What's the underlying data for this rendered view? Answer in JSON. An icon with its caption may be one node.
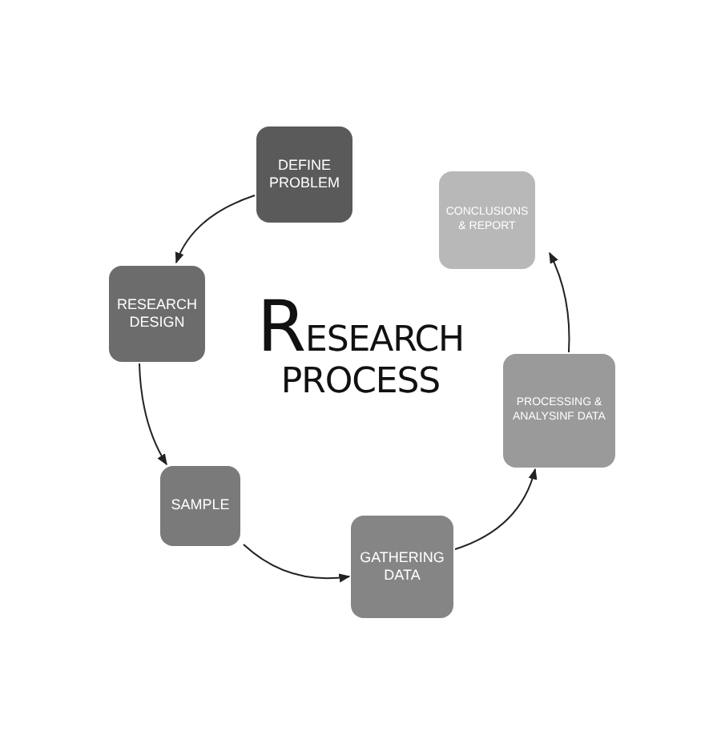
{
  "diagram": {
    "title": "RESEARCH PROCESS",
    "nodes": [
      {
        "text": [
          "DEFINE PROBLEM"
        ]
      },
      {
        "text": [
          "RESEARCH DESIGN"
        ]
      },
      {
        "text": [
          "SAMPLE"
        ]
      },
      {
        "text": [
          "GATHERING DATA"
        ]
      },
      {
        "text": [
          "PROCESSING & ANALYSINF DATA"
        ]
      },
      {
        "text": [
          "CONCLUSIONS & REPORT"
        ]
      }
    ],
    "edges": [
      {
        "from": 0,
        "to": 1,
        "arrow": "to"
      },
      {
        "from": 1,
        "to": 2,
        "arrow": "to"
      },
      {
        "from": 2,
        "to": 3,
        "arrow": "to"
      },
      {
        "from": 3,
        "to": 4,
        "arrow": "to"
      },
      {
        "from": 4,
        "to": 5,
        "arrow": "to"
      }
    ]
  }
}
